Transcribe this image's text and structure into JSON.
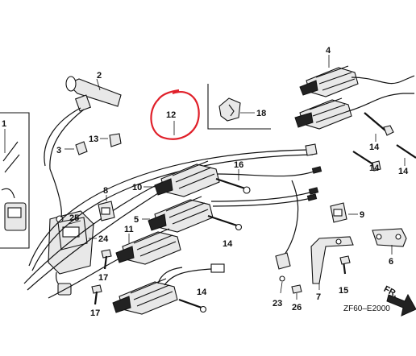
{
  "diagram": {
    "drawing_code": "ZF60–E2000",
    "front_arrow_label": "FR.",
    "annotation": {
      "label": "12",
      "circle_color": "#e0202a"
    },
    "callouts": [
      {
        "key": "p1",
        "label": "1"
      },
      {
        "key": "p2",
        "label": "2"
      },
      {
        "key": "p3",
        "label": "3"
      },
      {
        "key": "p4",
        "label": "4"
      },
      {
        "key": "p5",
        "label": "5"
      },
      {
        "key": "p6",
        "label": "6"
      },
      {
        "key": "p7",
        "label": "7"
      },
      {
        "key": "p8",
        "label": "8"
      },
      {
        "key": "p9",
        "label": "9"
      },
      {
        "key": "p10",
        "label": "10"
      },
      {
        "key": "p11",
        "label": "11"
      },
      {
        "key": "p13",
        "label": "13"
      },
      {
        "key": "p14a",
        "label": "14"
      },
      {
        "key": "p14b",
        "label": "14"
      },
      {
        "key": "p14c",
        "label": "14"
      },
      {
        "key": "p14d",
        "label": "14"
      },
      {
        "key": "p14e",
        "label": "14"
      },
      {
        "key": "p15",
        "label": "15"
      },
      {
        "key": "p16",
        "label": "16"
      },
      {
        "key": "p17a",
        "label": "17"
      },
      {
        "key": "p17b",
        "label": "17"
      },
      {
        "key": "p18",
        "label": "18"
      },
      {
        "key": "p23",
        "label": "23"
      },
      {
        "key": "p24",
        "label": "24"
      },
      {
        "key": "p25",
        "label": "25"
      },
      {
        "key": "p26",
        "label": "26"
      }
    ]
  }
}
